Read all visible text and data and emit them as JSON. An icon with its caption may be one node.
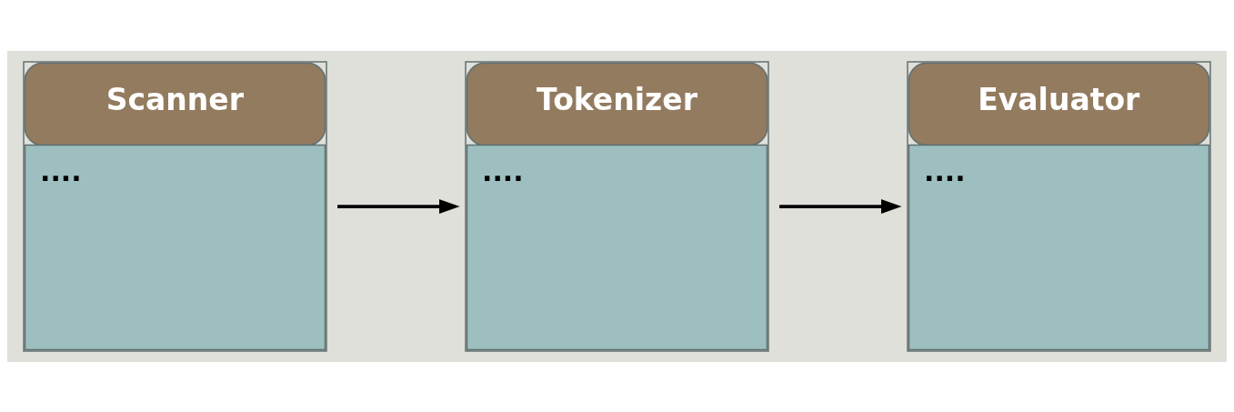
{
  "diagram": {
    "nodes": [
      {
        "text": [
          "Scanner",
          "...."
        ]
      },
      {
        "text": [
          "Tokenizer",
          "...."
        ]
      },
      {
        "text": [
          "Evaluator",
          "...."
        ]
      }
    ],
    "edges": [
      {
        "from": 0,
        "to": 1,
        "arrow": "to"
      },
      {
        "from": 1,
        "to": 2,
        "arrow": "to"
      }
    ]
  }
}
